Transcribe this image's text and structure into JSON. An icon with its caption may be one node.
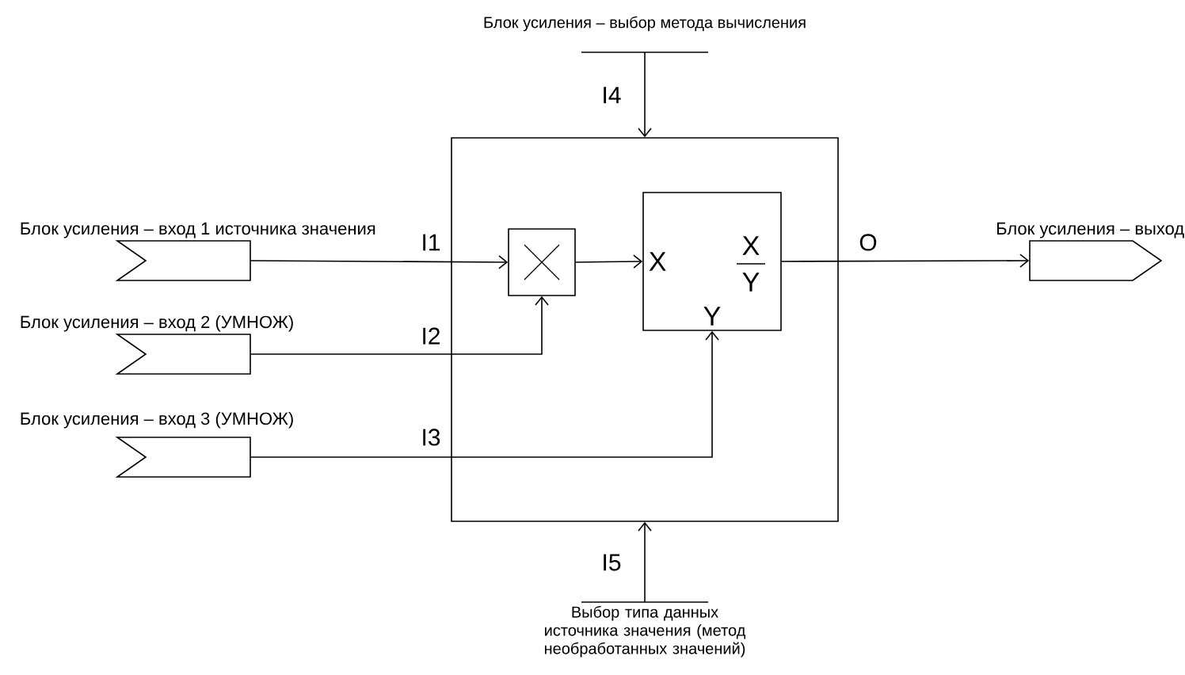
{
  "diagram": {
    "nodes": [
      {
        "text": [],
        "shape": "box"
      },
      {
        "text": [],
        "shape": "box",
        "in": 0
      },
      {
        "text": [
          "X",
          "X",
          "Y",
          "Y"
        ],
        "in": 0
      },
      {
        "text": [
          "Блок усиления – вход 1 источника значения"
        ]
      },
      {
        "text": [
          "Блок усиления – вход 2 (УМНОЖ)"
        ]
      },
      {
        "text": [
          "Блок усиления – вход 3 (УМНОЖ)"
        ]
      },
      {
        "text": [
          "Блок усиления – выход"
        ]
      },
      {
        "text": [
          "Блок усиления – выбор метода вычисления"
        ]
      },
      {
        "text": [
          "Выбор типа данных источника значения (метод необработанных значений)"
        ]
      }
    ],
    "edges": [
      {
        "from": 3,
        "to": 1,
        "arrow": "to",
        "label": "I1"
      },
      {
        "from": 4,
        "to": 1,
        "arrow": "to",
        "label": "I2"
      },
      {
        "from": 5,
        "to": 2,
        "arrow": "to",
        "label": "I3"
      },
      {
        "from": 1,
        "to": 2,
        "arrow": "to"
      },
      {
        "from": 2,
        "to": 6,
        "arrow": "to",
        "label": "O"
      },
      {
        "from": 7,
        "to": 0,
        "arrow": "to",
        "label": "I4"
      },
      {
        "from": 8,
        "to": 0,
        "arrow": "to",
        "label": "I5"
      }
    ]
  }
}
